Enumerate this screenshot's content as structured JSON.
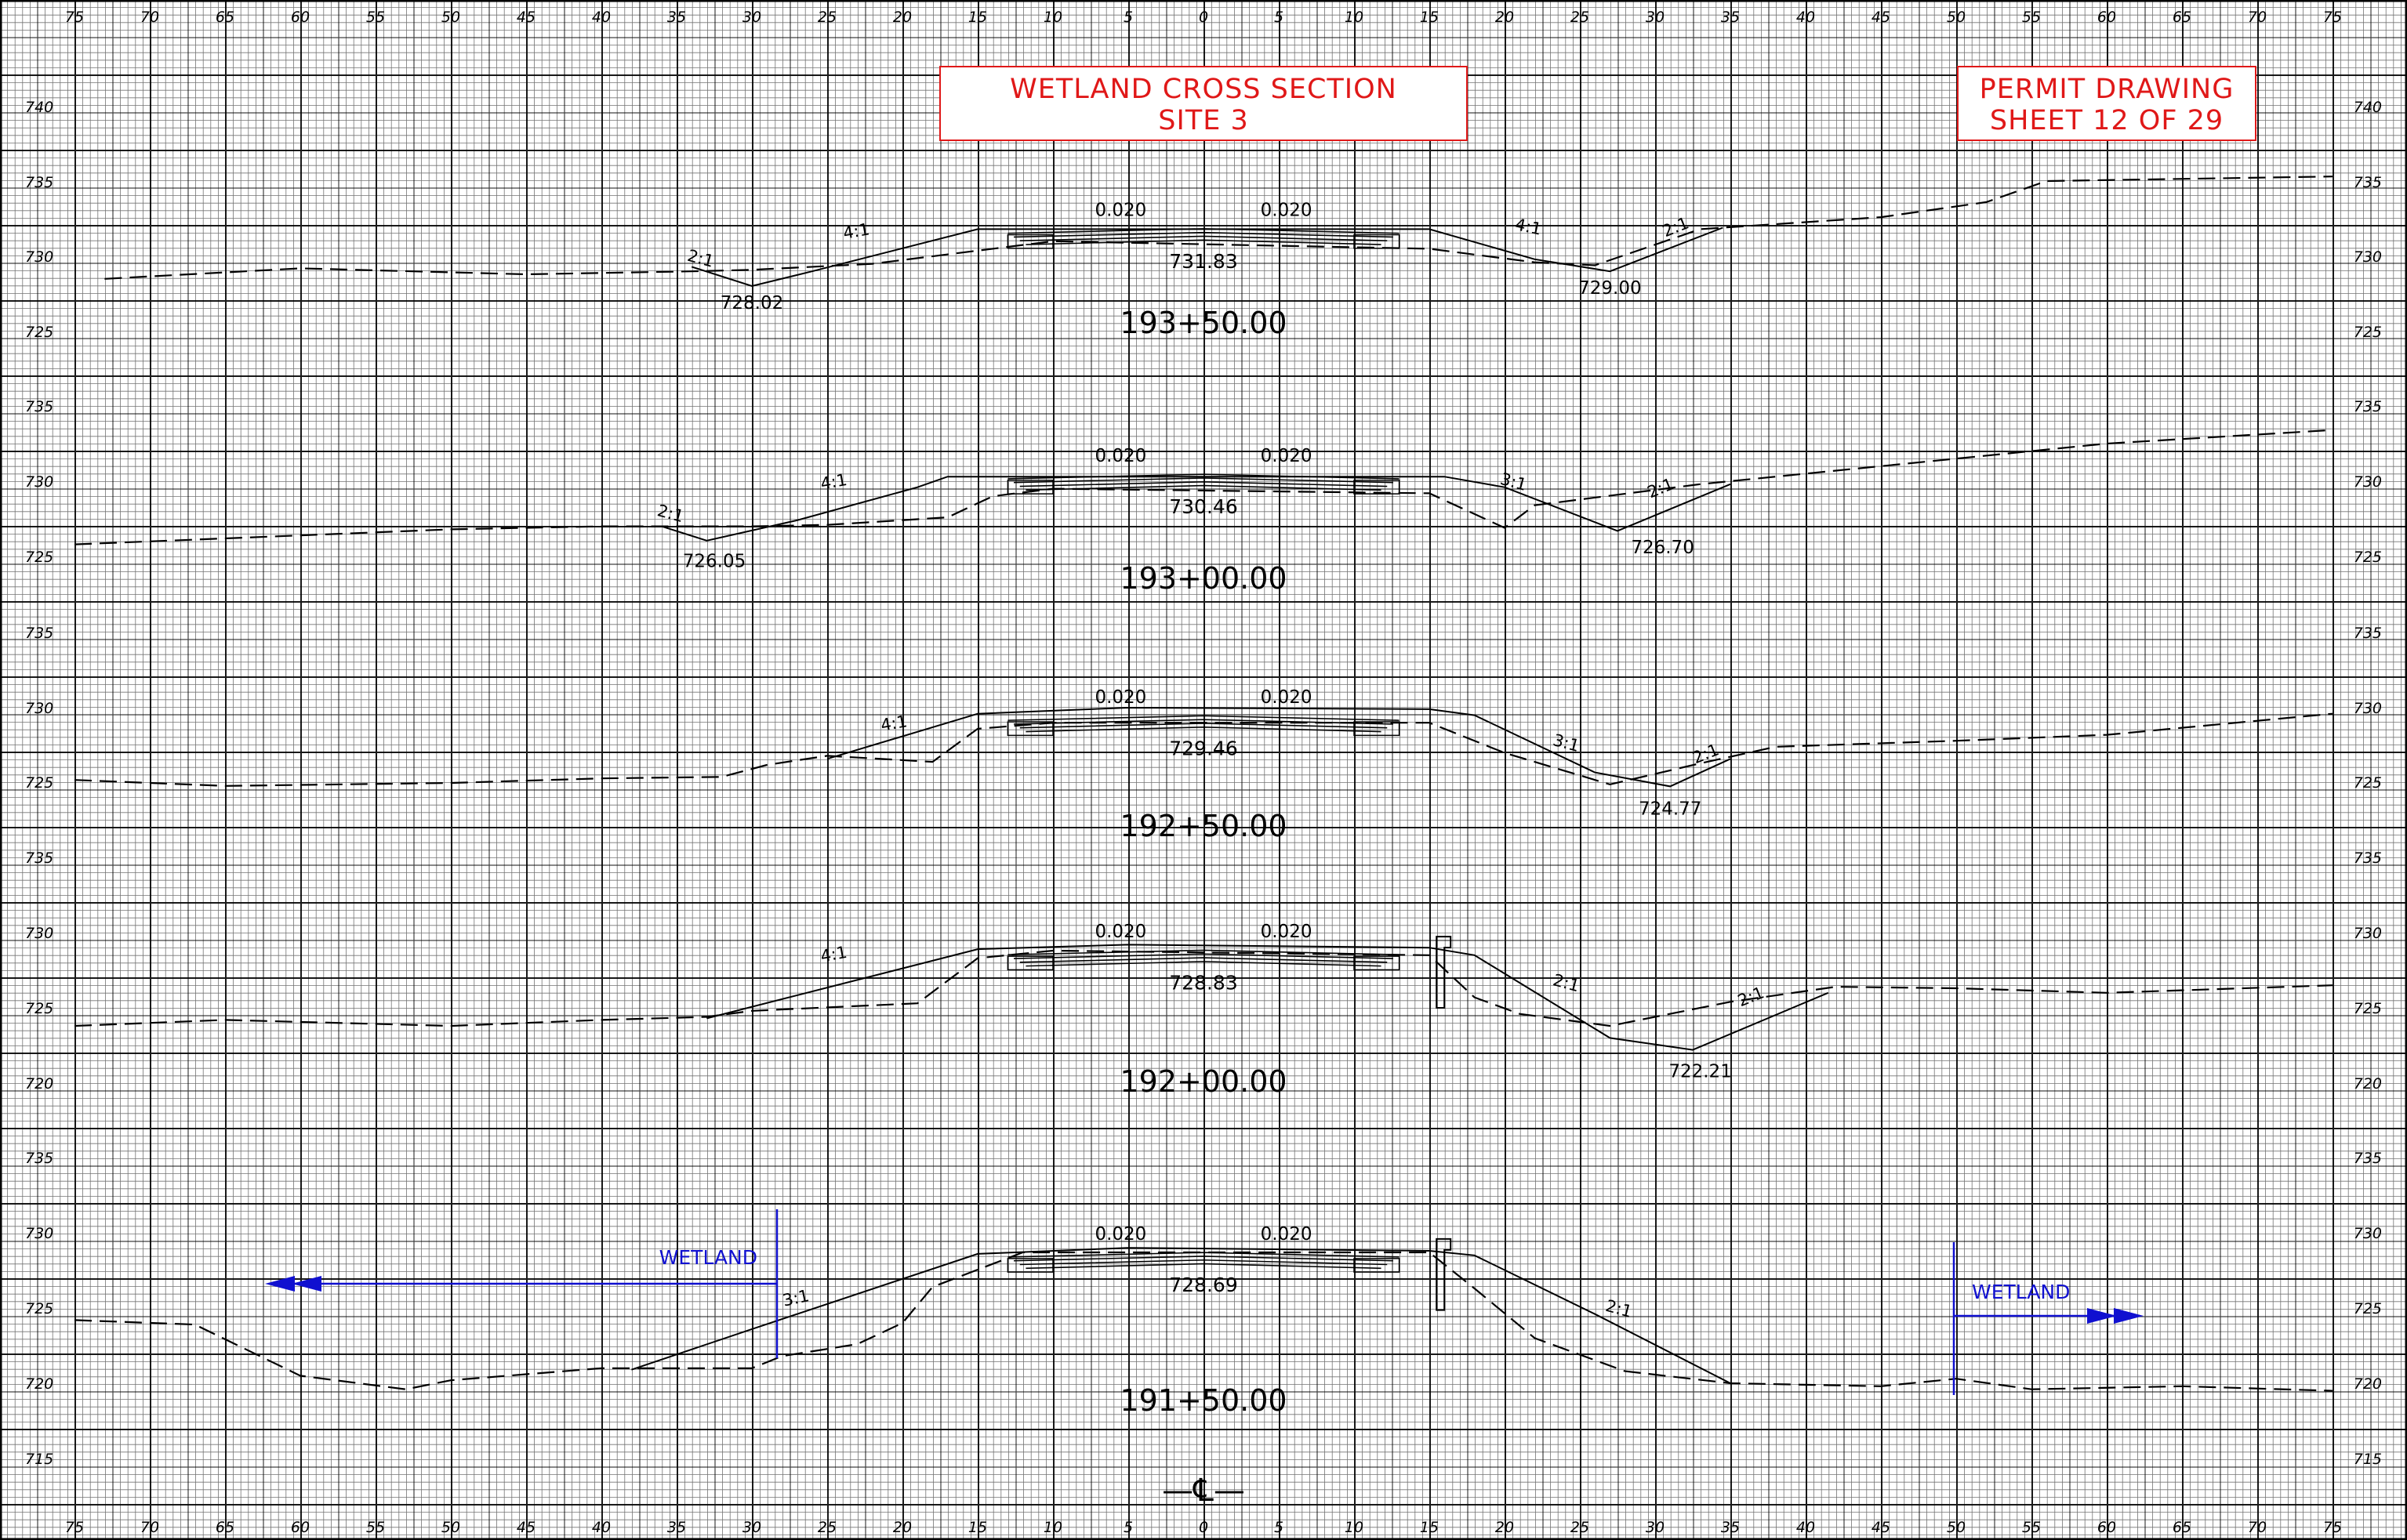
{
  "title": {
    "line1": "WETLAND  CROSS  SECTION",
    "line2": "SITE  3"
  },
  "permit": {
    "line1": "PERMIT  DRAWING",
    "line2": "SHEET  12  OF  29"
  },
  "offset_labels": [
    "75",
    "70",
    "65",
    "60",
    "55",
    "50",
    "45",
    "40",
    "35",
    "30",
    "25",
    "20",
    "15",
    "10",
    "5",
    "0",
    "5",
    "10",
    "15",
    "20",
    "25",
    "30",
    "35",
    "40",
    "45",
    "50",
    "55",
    "60",
    "65",
    "70",
    "75"
  ],
  "centerline_symbol": "—℄—",
  "wetland_label": "WETLAND",
  "colors": {
    "grid": "#000000",
    "title": "#e01818",
    "wetland": "#1010d0",
    "line": "#000000"
  },
  "sections": [
    {
      "station": "193+50.00",
      "center_elev": "731.83",
      "elev_labels": [
        "740",
        "735",
        "730",
        "725"
      ],
      "cross_slopes": [
        "0.020",
        "0.020"
      ],
      "slope_labels": [
        {
          "text": "2:1",
          "off": -33.5,
          "el": 729.5,
          "rot": 15
        },
        {
          "text": "4:1",
          "off": -23,
          "el": 731.3,
          "rot": -10
        },
        {
          "text": "4:1",
          "off": 21.5,
          "el": 731.6,
          "rot": 12
        },
        {
          "text": "2:1",
          "off": 31.5,
          "el": 731.6,
          "rot": -22
        }
      ],
      "ditch_labels": [
        {
          "text": "728.02",
          "off": -30,
          "el": 726.5
        },
        {
          "text": "729.00",
          "off": 27,
          "el": 727.5
        }
      ]
    },
    {
      "station": "193+00.00",
      "center_elev": "730.46",
      "elev_labels": [
        "735",
        "730",
        "725"
      ],
      "cross_slopes": [
        "0.020",
        "0.020"
      ],
      "slope_labels": [
        {
          "text": "2:1",
          "off": -35.5,
          "el": 727.5,
          "rot": 15
        },
        {
          "text": "4:1",
          "off": -24.5,
          "el": 729.6,
          "rot": -10
        },
        {
          "text": "3:1",
          "off": 20.5,
          "el": 729.6,
          "rot": 15
        },
        {
          "text": "2:1",
          "off": 30.5,
          "el": 729.2,
          "rot": -22
        }
      ],
      "ditch_labels": [
        {
          "text": "726.05",
          "off": -32.5,
          "el": 724.3
        },
        {
          "text": "726.70",
          "off": 30.5,
          "el": 725.2
        }
      ]
    },
    {
      "station": "192+50.00",
      "center_elev": "729.46",
      "elev_labels": [
        "735",
        "730",
        "725"
      ],
      "cross_slopes": [
        "0.020",
        "0.020"
      ],
      "slope_labels": [
        {
          "text": "4:1",
          "off": -20.5,
          "el": 728.6,
          "rot": -10
        },
        {
          "text": "3:1",
          "off": 24,
          "el": 727.3,
          "rot": 15
        },
        {
          "text": "2:1",
          "off": 33.5,
          "el": 726.6,
          "rot": -22
        }
      ],
      "ditch_labels": [
        {
          "text": "724.77",
          "off": 31,
          "el": 722.9
        }
      ]
    },
    {
      "station": "192+00.00",
      "center_elev": "728.83",
      "elev_labels": [
        "735",
        "730",
        "725",
        "720"
      ],
      "cross_slopes": [
        "0.020",
        "0.020"
      ],
      "slope_labels": [
        {
          "text": "4:1",
          "off": -24.5,
          "el": 728.2,
          "rot": -10
        },
        {
          "text": "2:1",
          "off": 24,
          "el": 726.3,
          "rot": 15
        },
        {
          "text": "2:1",
          "off": 36.5,
          "el": 725.4,
          "rot": -22
        }
      ],
      "ditch_labels": [
        {
          "text": "722.21",
          "off": 33,
          "el": 720.4
        }
      ]
    },
    {
      "station": "191+50.00",
      "center_elev": "728.69",
      "elev_labels": [
        "735",
        "730",
        "725",
        "720",
        "715"
      ],
      "cross_slopes": [
        "0.020",
        "0.020"
      ],
      "slope_labels": [
        {
          "text": "3:1",
          "off": -27,
          "el": 725.3,
          "rot": -12
        },
        {
          "text": "2:1",
          "off": 27.5,
          "el": 724.6,
          "rot": 15
        }
      ],
      "ditch_labels": []
    }
  ]
}
